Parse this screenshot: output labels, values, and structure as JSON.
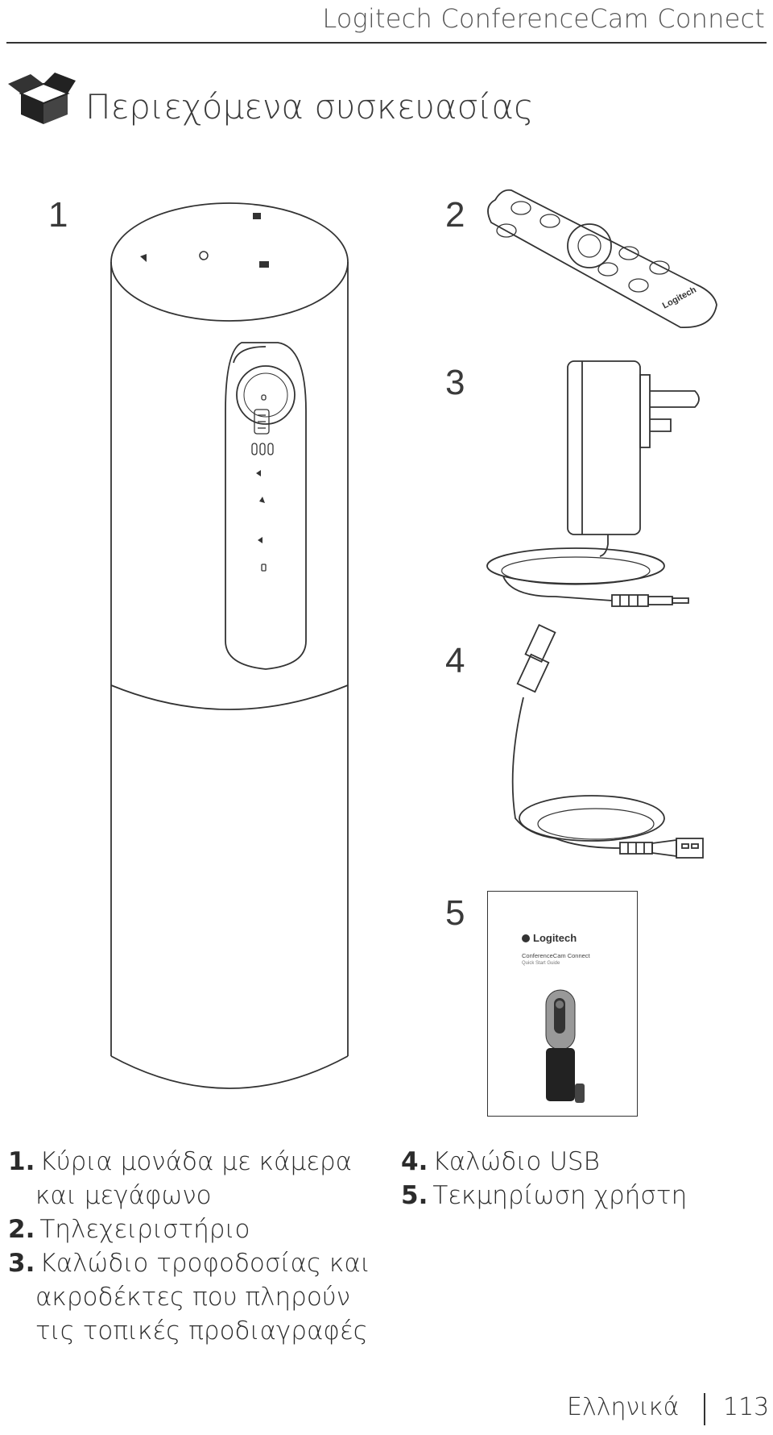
{
  "header": {
    "title": "Logitech ConferenceCam Connect"
  },
  "section": {
    "title": "Περιεχόμενα συσκευασίας",
    "icon": "open-box-icon"
  },
  "figure_numbers": [
    "1",
    "2",
    "3",
    "4",
    "5"
  ],
  "booklet": {
    "brand": "Logitech",
    "product": "ConferenceCam Connect",
    "subtitle": "Quick Start Guide"
  },
  "remote": {
    "brand": "Logitech"
  },
  "legend_left": [
    {
      "num": "1.",
      "text": "Κύρια μονάδα με κάμερα",
      "cont": "και μεγάφωνο"
    },
    {
      "num": "2.",
      "text": "Τηλεχειριστήριο",
      "cont": ""
    },
    {
      "num": "3.",
      "text": "Καλώδιο τροφοδοσίας και",
      "cont": "ακροδέκτες που πληρούν",
      "cont2": "τις τοπικές προδιαγραφές"
    }
  ],
  "legend_right": [
    {
      "num": "4.",
      "text": "Καλώδιο USB"
    },
    {
      "num": "5.",
      "text": "Τεκμηρίωση χρήστη"
    }
  ],
  "footer": {
    "language": "Ελληνικά",
    "page": "113"
  }
}
